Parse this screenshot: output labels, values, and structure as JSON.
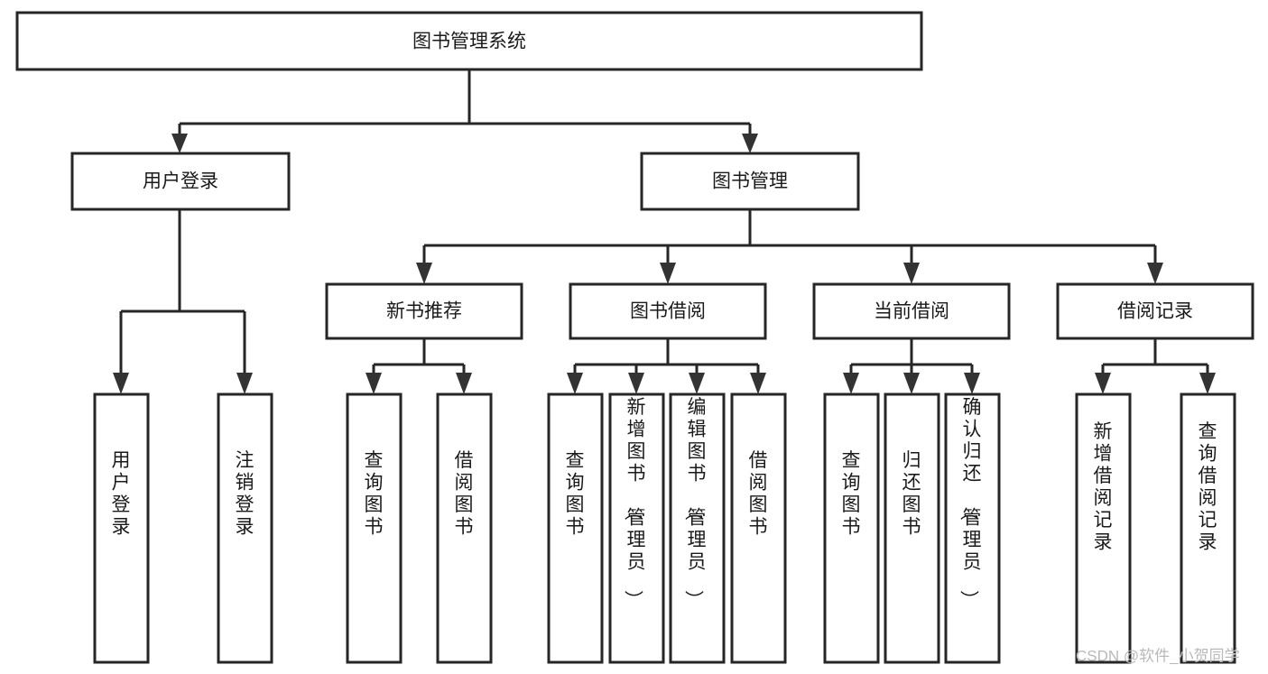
{
  "diagram": {
    "type": "hierarchy-tree",
    "title": "图书管理系统",
    "watermark": "CSDN @软件_小贺同学",
    "colors": {
      "box_fill": "#ffffff",
      "box_stroke": "#262626",
      "connector": "#262626",
      "text": "#1a1a1a",
      "watermark": "#b9b9b9",
      "background": "#ffffff"
    },
    "nodes": {
      "root": {
        "label": "图书管理系统",
        "level": 0,
        "orientation": "horizontal"
      },
      "user_login": {
        "label": "用户登录",
        "level": 1,
        "orientation": "horizontal"
      },
      "book_manage": {
        "label": "图书管理",
        "level": 1,
        "orientation": "horizontal"
      },
      "new_book_rec": {
        "label": "新书推荐",
        "level": 2,
        "orientation": "horizontal"
      },
      "book_borrow": {
        "label": "图书借阅",
        "level": 2,
        "orientation": "horizontal"
      },
      "current_borrow": {
        "label": "当前借阅",
        "level": 2,
        "orientation": "horizontal"
      },
      "borrow_record": {
        "label": "借阅记录",
        "level": 2,
        "orientation": "horizontal"
      },
      "leaf_user_login": {
        "label": "用户登录",
        "level": 3,
        "orientation": "vertical"
      },
      "leaf_logout": {
        "label": "注销登录",
        "level": 3,
        "orientation": "vertical"
      },
      "leaf_query_book_1": {
        "label": "查询图书",
        "level": 3,
        "orientation": "vertical"
      },
      "leaf_borrow_book_1": {
        "label": "借阅图书",
        "level": 3,
        "orientation": "vertical"
      },
      "leaf_query_book_2": {
        "label": "查询图书",
        "level": 3,
        "orientation": "vertical"
      },
      "leaf_add_book": {
        "label": "新增图书（管理员）",
        "level": 3,
        "orientation": "vertical"
      },
      "leaf_edit_book": {
        "label": "编辑图书（管理员）",
        "level": 3,
        "orientation": "vertical"
      },
      "leaf_borrow_book_2": {
        "label": "借阅图书",
        "level": 3,
        "orientation": "vertical"
      },
      "leaf_query_book_3": {
        "label": "查询图书",
        "level": 3,
        "orientation": "vertical"
      },
      "leaf_return_book": {
        "label": "归还图书",
        "level": 3,
        "orientation": "vertical"
      },
      "leaf_confirm_return": {
        "label": "确认归还（管理员）",
        "level": 3,
        "orientation": "vertical"
      },
      "leaf_add_record": {
        "label": "新增借阅记录",
        "level": 3,
        "orientation": "vertical"
      },
      "leaf_query_record": {
        "label": "查询借阅记录",
        "level": 3,
        "orientation": "vertical"
      }
    },
    "edges": [
      {
        "from": "root",
        "to": "user_login"
      },
      {
        "from": "root",
        "to": "book_manage"
      },
      {
        "from": "book_manage",
        "to": "new_book_rec"
      },
      {
        "from": "book_manage",
        "to": "book_borrow"
      },
      {
        "from": "book_manage",
        "to": "current_borrow"
      },
      {
        "from": "book_manage",
        "to": "borrow_record"
      },
      {
        "from": "user_login",
        "to": "leaf_user_login"
      },
      {
        "from": "user_login",
        "to": "leaf_logout"
      },
      {
        "from": "new_book_rec",
        "to": "leaf_query_book_1"
      },
      {
        "from": "new_book_rec",
        "to": "leaf_borrow_book_1"
      },
      {
        "from": "book_borrow",
        "to": "leaf_query_book_2"
      },
      {
        "from": "book_borrow",
        "to": "leaf_add_book"
      },
      {
        "from": "book_borrow",
        "to": "leaf_edit_book"
      },
      {
        "from": "book_borrow",
        "to": "leaf_borrow_book_2"
      },
      {
        "from": "current_borrow",
        "to": "leaf_query_book_3"
      },
      {
        "from": "current_borrow",
        "to": "leaf_return_book"
      },
      {
        "from": "current_borrow",
        "to": "leaf_confirm_return"
      },
      {
        "from": "borrow_record",
        "to": "leaf_add_record"
      },
      {
        "from": "borrow_record",
        "to": "leaf_query_record"
      }
    ]
  }
}
